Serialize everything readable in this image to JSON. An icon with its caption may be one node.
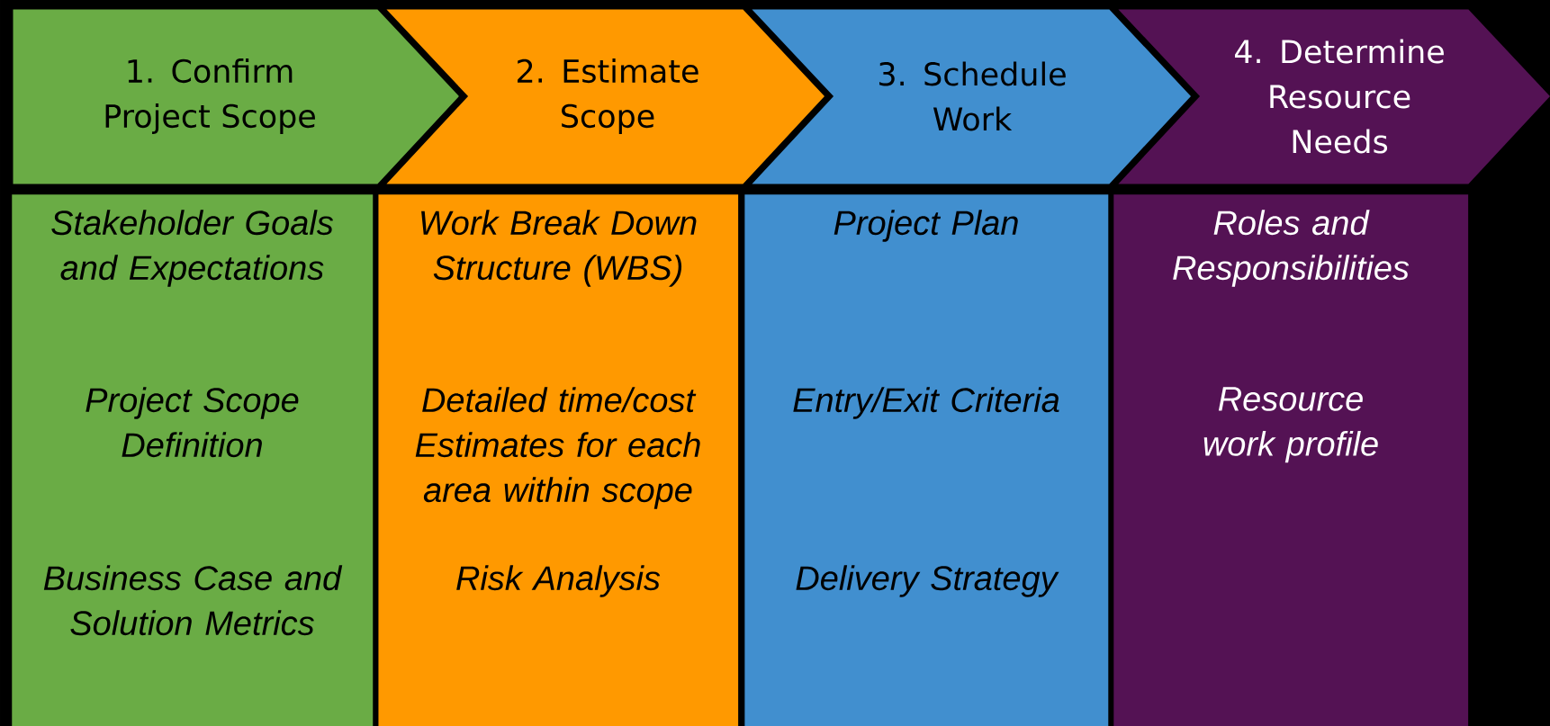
{
  "diagram": {
    "nodes": [
      {
        "text": [
          "1. Confirm Project Scope"
        ]
      },
      {
        "text": [
          "2. Estimate Scope"
        ]
      },
      {
        "text": [
          "3. Schedule Work"
        ]
      },
      {
        "text": [
          "4. Determine Resource Needs"
        ]
      },
      {
        "text": [
          "Stakeholder Goals and Expectations",
          "Project Scope Definition",
          "Business Case and Solution Metrics"
        ]
      },
      {
        "text": [
          "Work Break Down Structure (WBS)",
          "Detailed time/cost Estimates for each area within scope",
          "Risk Analysis"
        ]
      },
      {
        "text": [
          "Project Plan",
          "Entry/Exit Criteria",
          "Delivery Strategy"
        ]
      },
      {
        "text": [
          "Roles and Responsibilities",
          "Resource work profile"
        ]
      }
    ]
  }
}
